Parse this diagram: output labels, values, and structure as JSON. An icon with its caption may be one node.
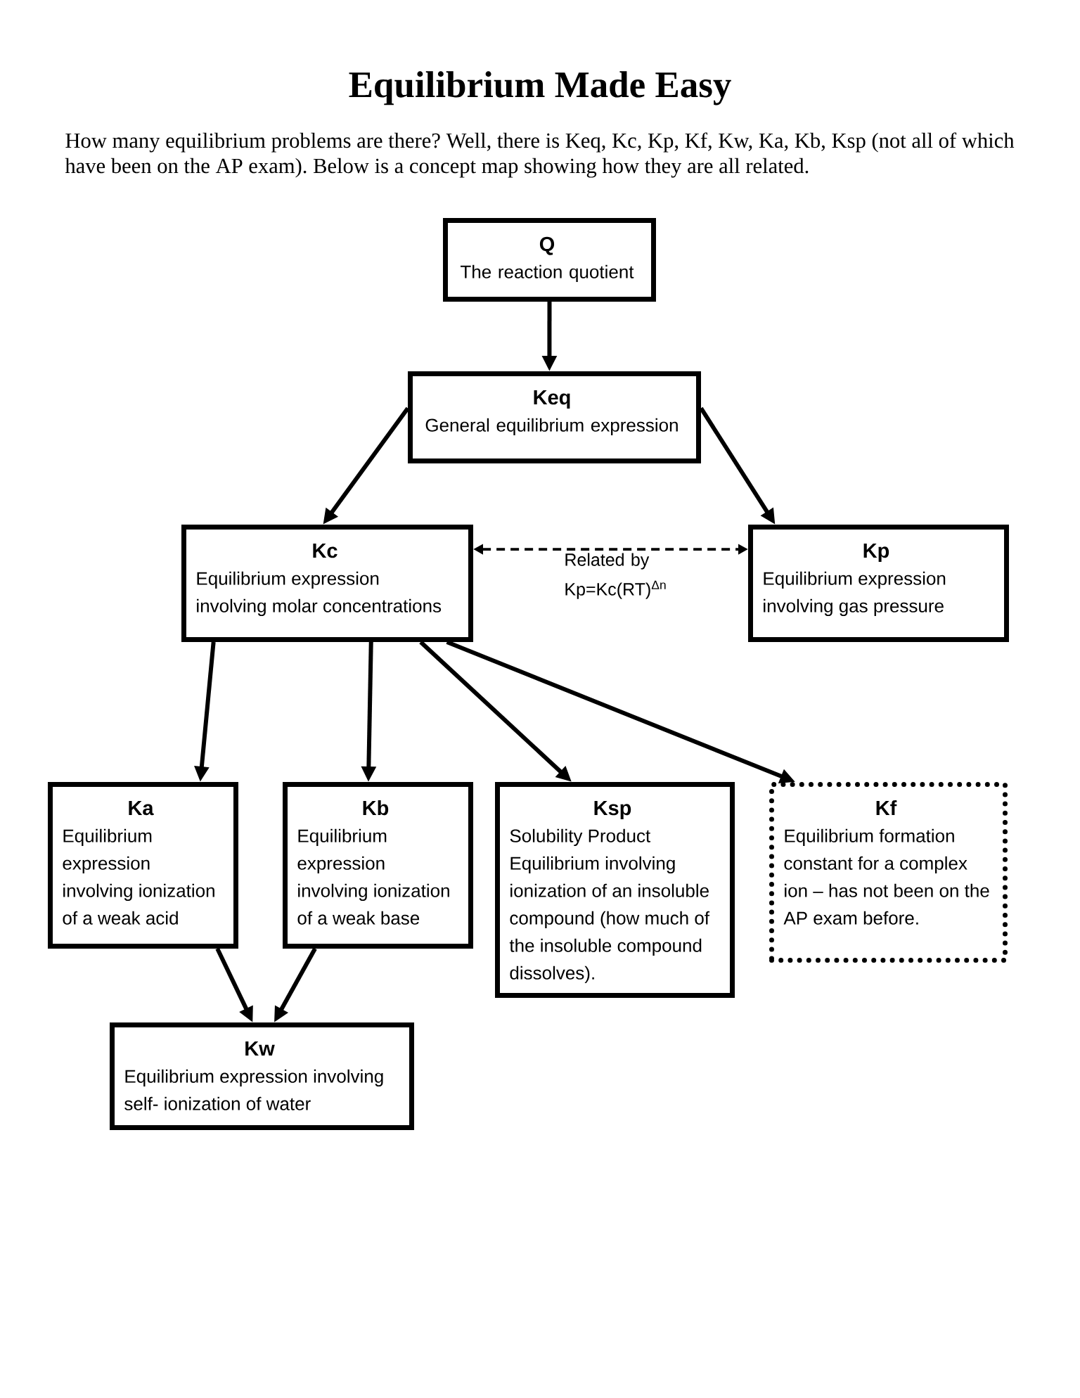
{
  "diagram": {
    "title": "Equilibrium Made Easy",
    "nodes": [
      {
        "text": [
          "Q",
          "The reaction quotient"
        ]
      },
      {
        "text": [
          "Keq",
          "General equilibrium expression"
        ]
      },
      {
        "text": [
          "Kc",
          "Equilibrium expression involving molar concentrations"
        ]
      },
      {
        "text": [
          "Kp",
          "Equilibrium expression involving gas pressure"
        ]
      },
      {
        "text": [
          "Ka",
          "Equilibrium expression involving ionization of a weak acid"
        ]
      },
      {
        "text": [
          "Kb",
          "Equilibrium expression involving ionization of a weak base"
        ]
      },
      {
        "text": [
          "Ksp",
          "Solubility Product Equilibrium involving ionization of an insoluble compound (how much of the insoluble compound dissolves)."
        ]
      },
      {
        "text": [
          "Kf",
          "Equilibrium formation constant for a complex ion – has not been on the AP exam before."
        ]
      },
      {
        "text": [
          "Kw",
          "Equilibrium expression involving self- ionization of water"
        ]
      }
    ],
    "edges": [
      {
        "from": 0,
        "to": 1,
        "arrow": "to"
      },
      {
        "from": 1,
        "to": 2,
        "arrow": "to"
      },
      {
        "from": 1,
        "to": 3,
        "arrow": "to"
      },
      {
        "from": 2,
        "to": 3,
        "arrow": "both",
        "style": "dashed",
        "label": "Related by Kp=Kc(RT)$^{Δn}$"
      },
      {
        "from": 2,
        "to": 4,
        "arrow": "to"
      },
      {
        "from": 2,
        "to": 5,
        "arrow": "to"
      },
      {
        "from": 2,
        "to": 6,
        "arrow": "to"
      },
      {
        "from": 2,
        "to": 7,
        "arrow": "to"
      },
      {
        "from": 4,
        "to": 8,
        "arrow": "to"
      },
      {
        "from": 5,
        "to": 8,
        "arrow": "to"
      }
    ],
    "labels": [
      "How many equilibrium problems are there? Well, there is Keq, Kc, Kp, Kf, Kw, Ka, Kb, Ksp (not all of which have been on the AP exam). Below is a concept map showing how they are all related."
    ]
  }
}
